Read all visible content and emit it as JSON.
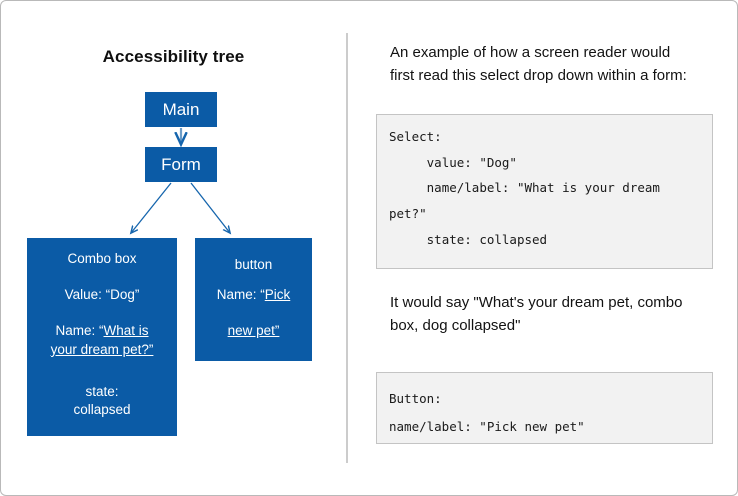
{
  "left": {
    "title": "Accessibility tree",
    "nodes": {
      "main": {
        "label": "Main"
      },
      "form": {
        "label": "Form"
      },
      "combobox": {
        "role": "Combo box",
        "value": "Value: “Dog”",
        "name_prefix": "Name: “",
        "name_line1": "What is",
        "name_line2": "your dream pet?”",
        "state_label": "state:",
        "state_value": "collapsed"
      },
      "button": {
        "role": "button",
        "name_prefix": "Name: “",
        "name_line1": "Pick",
        "name_line2": "new pet”"
      }
    }
  },
  "right": {
    "intro_paragraph": "An example of how a screen reader would first read this select drop down within a form:",
    "select_code": "Select:\n     value: \"Dog\"\n     name/label: \"What is your dream pet?\"\n     state: collapsed",
    "spoken_paragraph": "It would say \"What's your dream pet, combo box, dog collapsed\"",
    "button_code": "Button:\nname/label: \"Pick new pet\""
  },
  "colors": {
    "node_blue": "#0b5ba6",
    "connector_blue": "#1565ad",
    "code_bg": "#f2f2f2",
    "code_border": "#c4c4c4",
    "divider": "#cccccc",
    "frame_border": "#b9b9b9"
  }
}
